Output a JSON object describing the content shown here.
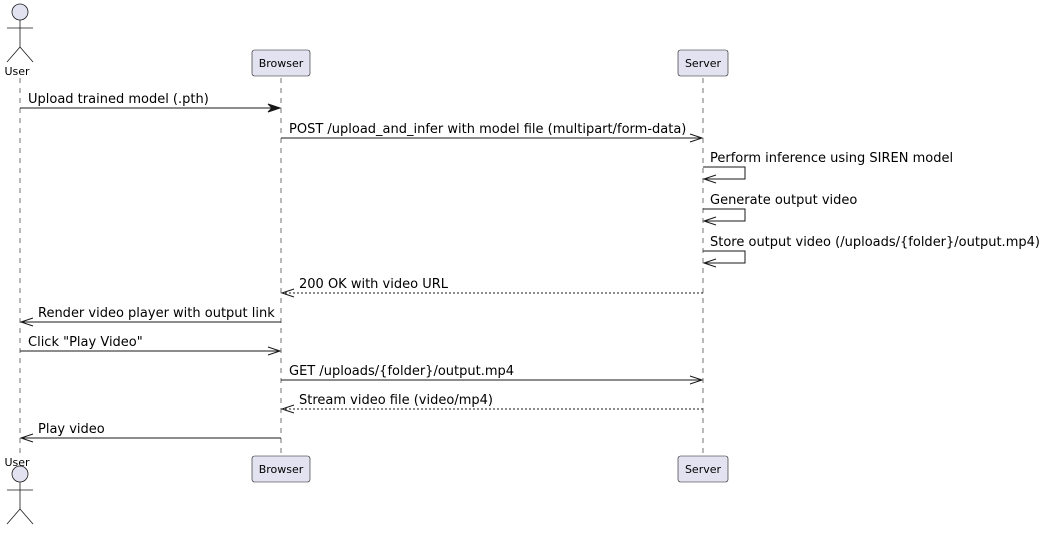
{
  "participants": [
    {
      "id": "user",
      "label": "User",
      "kind": "actor"
    },
    {
      "id": "browser",
      "label": "Browser",
      "kind": "participant"
    },
    {
      "id": "server",
      "label": "Server",
      "kind": "participant"
    }
  ],
  "messages": [
    {
      "from": "user",
      "to": "browser",
      "label": "Upload trained model (.pth)",
      "style": "solid",
      "head": "filled"
    },
    {
      "from": "browser",
      "to": "server",
      "label": "POST /upload_and_infer with model file (multipart/form-data)",
      "style": "solid",
      "head": "open"
    },
    {
      "from": "server",
      "to": "server",
      "label": "Perform inference using SIREN model",
      "style": "solid",
      "head": "open"
    },
    {
      "from": "server",
      "to": "server",
      "label": "Generate output video",
      "style": "solid",
      "head": "open"
    },
    {
      "from": "server",
      "to": "server",
      "label": "Store output video (/uploads/{folder}/output.mp4)",
      "style": "solid",
      "head": "open"
    },
    {
      "from": "server",
      "to": "browser",
      "label": "200 OK with video URL",
      "style": "dashed",
      "head": "open"
    },
    {
      "from": "browser",
      "to": "user",
      "label": "Render video player with output link",
      "style": "solid",
      "head": "open"
    },
    {
      "from": "user",
      "to": "browser",
      "label": "Click \"Play Video\"",
      "style": "solid",
      "head": "open"
    },
    {
      "from": "browser",
      "to": "server",
      "label": "GET /uploads/{folder}/output.mp4",
      "style": "solid",
      "head": "open"
    },
    {
      "from": "server",
      "to": "browser",
      "label": "Stream video file (video/mp4)",
      "style": "dashed",
      "head": "open"
    },
    {
      "from": "browser",
      "to": "user",
      "label": "Play video",
      "style": "solid",
      "head": "open"
    }
  ]
}
